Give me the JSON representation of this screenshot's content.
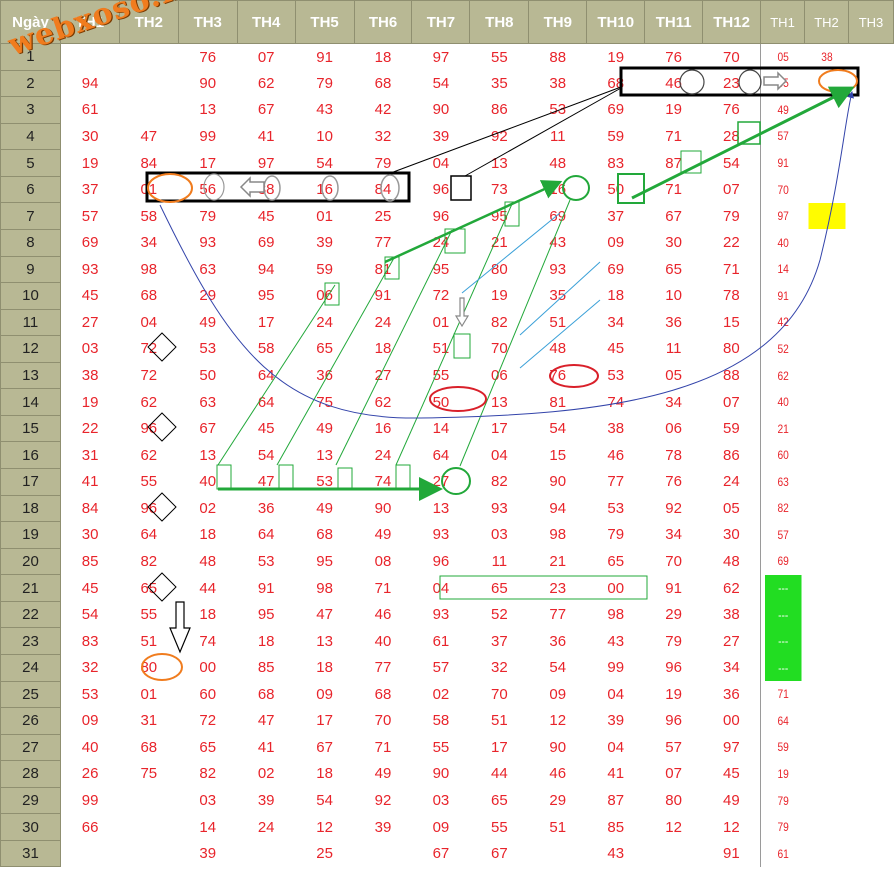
{
  "watermark": "webxoso.net",
  "headers": [
    "Ngày",
    "TH1",
    "TH2",
    "TH3",
    "TH4",
    "TH5",
    "TH6",
    "TH7",
    "TH8",
    "TH9",
    "TH10",
    "TH11",
    "TH12",
    "TH1",
    "TH2",
    "TH3"
  ],
  "days": [
    "1",
    "2",
    "3",
    "4",
    "5",
    "6",
    "7",
    "8",
    "9",
    "10",
    "11",
    "12",
    "13",
    "14",
    "15",
    "16",
    "17",
    "18",
    "19",
    "20",
    "21",
    "22",
    "23",
    "24",
    "25",
    "26",
    "27",
    "28",
    "29",
    "30",
    "31"
  ],
  "rows": [
    [
      "",
      "",
      "76",
      "07",
      "91",
      "18",
      "97",
      "55",
      "88",
      "19",
      "76",
      "70",
      "05",
      "38",
      ""
    ],
    [
      "94",
      "",
      "90",
      "62",
      "79",
      "68",
      "54",
      "35",
      "38",
      "68",
      "46",
      "23",
      "65",
      "",
      ""
    ],
    [
      "61",
      "",
      "13",
      "67",
      "43",
      "42",
      "90",
      "86",
      "53",
      "69",
      "19",
      "76",
      "49",
      "",
      ""
    ],
    [
      "30",
      "47",
      "99",
      "41",
      "10",
      "32",
      "39",
      "92",
      "11",
      "59",
      "71",
      "28",
      "57",
      "",
      ""
    ],
    [
      "19",
      "84",
      "17",
      "97",
      "54",
      "79",
      "04",
      "13",
      "48",
      "83",
      "87",
      "54",
      "91",
      "",
      ""
    ],
    [
      "37",
      "01",
      "56",
      "38",
      "16",
      "84",
      "96",
      "73",
      "16",
      "50",
      "71",
      "07",
      "70",
      "",
      ""
    ],
    [
      "57",
      "58",
      "79",
      "45",
      "01",
      "25",
      "96",
      "95",
      "69",
      "37",
      "67",
      "79",
      "97",
      "",
      ""
    ],
    [
      "69",
      "34",
      "93",
      "69",
      "39",
      "77",
      "24",
      "21",
      "43",
      "09",
      "30",
      "22",
      "40",
      "",
      ""
    ],
    [
      "93",
      "98",
      "63",
      "94",
      "59",
      "81",
      "95",
      "80",
      "93",
      "69",
      "65",
      "71",
      "14",
      "",
      ""
    ],
    [
      "45",
      "68",
      "29",
      "95",
      "06",
      "91",
      "72",
      "19",
      "35",
      "18",
      "10",
      "78",
      "91",
      "",
      ""
    ],
    [
      "27",
      "04",
      "49",
      "17",
      "24",
      "24",
      "01",
      "82",
      "51",
      "34",
      "36",
      "15",
      "42",
      "",
      ""
    ],
    [
      "03",
      "72",
      "53",
      "58",
      "65",
      "18",
      "51",
      "70",
      "48",
      "45",
      "11",
      "80",
      "52",
      "",
      ""
    ],
    [
      "38",
      "72",
      "50",
      "64",
      "36",
      "27",
      "55",
      "06",
      "76",
      "53",
      "05",
      "88",
      "62",
      "",
      ""
    ],
    [
      "19",
      "62",
      "63",
      "64",
      "75",
      "62",
      "50",
      "13",
      "81",
      "74",
      "34",
      "07",
      "40",
      "",
      ""
    ],
    [
      "22",
      "96",
      "67",
      "45",
      "49",
      "16",
      "14",
      "17",
      "54",
      "38",
      "06",
      "59",
      "21",
      "",
      ""
    ],
    [
      "31",
      "62",
      "13",
      "54",
      "13",
      "24",
      "64",
      "04",
      "15",
      "46",
      "78",
      "86",
      "60",
      "",
      ""
    ],
    [
      "41",
      "55",
      "40",
      "47",
      "53",
      "74",
      "27",
      "82",
      "90",
      "77",
      "76",
      "24",
      "63",
      "",
      ""
    ],
    [
      "84",
      "96",
      "02",
      "36",
      "49",
      "90",
      "13",
      "93",
      "94",
      "53",
      "92",
      "05",
      "82",
      "",
      ""
    ],
    [
      "30",
      "64",
      "18",
      "64",
      "68",
      "49",
      "93",
      "03",
      "98",
      "79",
      "34",
      "30",
      "57",
      "",
      ""
    ],
    [
      "85",
      "82",
      "48",
      "53",
      "95",
      "08",
      "96",
      "11",
      "21",
      "65",
      "70",
      "48",
      "69",
      "",
      ""
    ],
    [
      "45",
      "65",
      "44",
      "91",
      "98",
      "71",
      "04",
      "65",
      "23",
      "00",
      "91",
      "62",
      "---",
      "",
      ""
    ],
    [
      "54",
      "55",
      "18",
      "95",
      "47",
      "46",
      "93",
      "52",
      "77",
      "98",
      "29",
      "38",
      "---",
      "",
      ""
    ],
    [
      "83",
      "51",
      "74",
      "18",
      "13",
      "40",
      "61",
      "37",
      "36",
      "43",
      "79",
      "27",
      "---",
      "",
      ""
    ],
    [
      "32",
      "80",
      "00",
      "85",
      "18",
      "77",
      "57",
      "32",
      "54",
      "99",
      "96",
      "34",
      "---",
      "",
      ""
    ],
    [
      "53",
      "01",
      "60",
      "68",
      "09",
      "68",
      "02",
      "70",
      "09",
      "04",
      "19",
      "36",
      "71",
      "",
      ""
    ],
    [
      "09",
      "31",
      "72",
      "47",
      "17",
      "70",
      "58",
      "51",
      "12",
      "39",
      "96",
      "00",
      "64",
      "",
      ""
    ],
    [
      "40",
      "68",
      "65",
      "41",
      "67",
      "71",
      "55",
      "17",
      "90",
      "04",
      "57",
      "97",
      "59",
      "",
      ""
    ],
    [
      "26",
      "75",
      "82",
      "02",
      "18",
      "49",
      "90",
      "44",
      "46",
      "41",
      "07",
      "45",
      "19",
      "",
      ""
    ],
    [
      "99",
      "",
      "03",
      "39",
      "54",
      "92",
      "03",
      "65",
      "29",
      "87",
      "80",
      "49",
      "79",
      "",
      ""
    ],
    [
      "66",
      "",
      "14",
      "24",
      "12",
      "39",
      "09",
      "55",
      "51",
      "85",
      "12",
      "12",
      "79",
      "",
      ""
    ],
    [
      "",
      "",
      "39",
      "",
      "25",
      "",
      "67",
      "67",
      "",
      "43",
      "",
      "91",
      "61",
      "",
      ""
    ]
  ]
}
